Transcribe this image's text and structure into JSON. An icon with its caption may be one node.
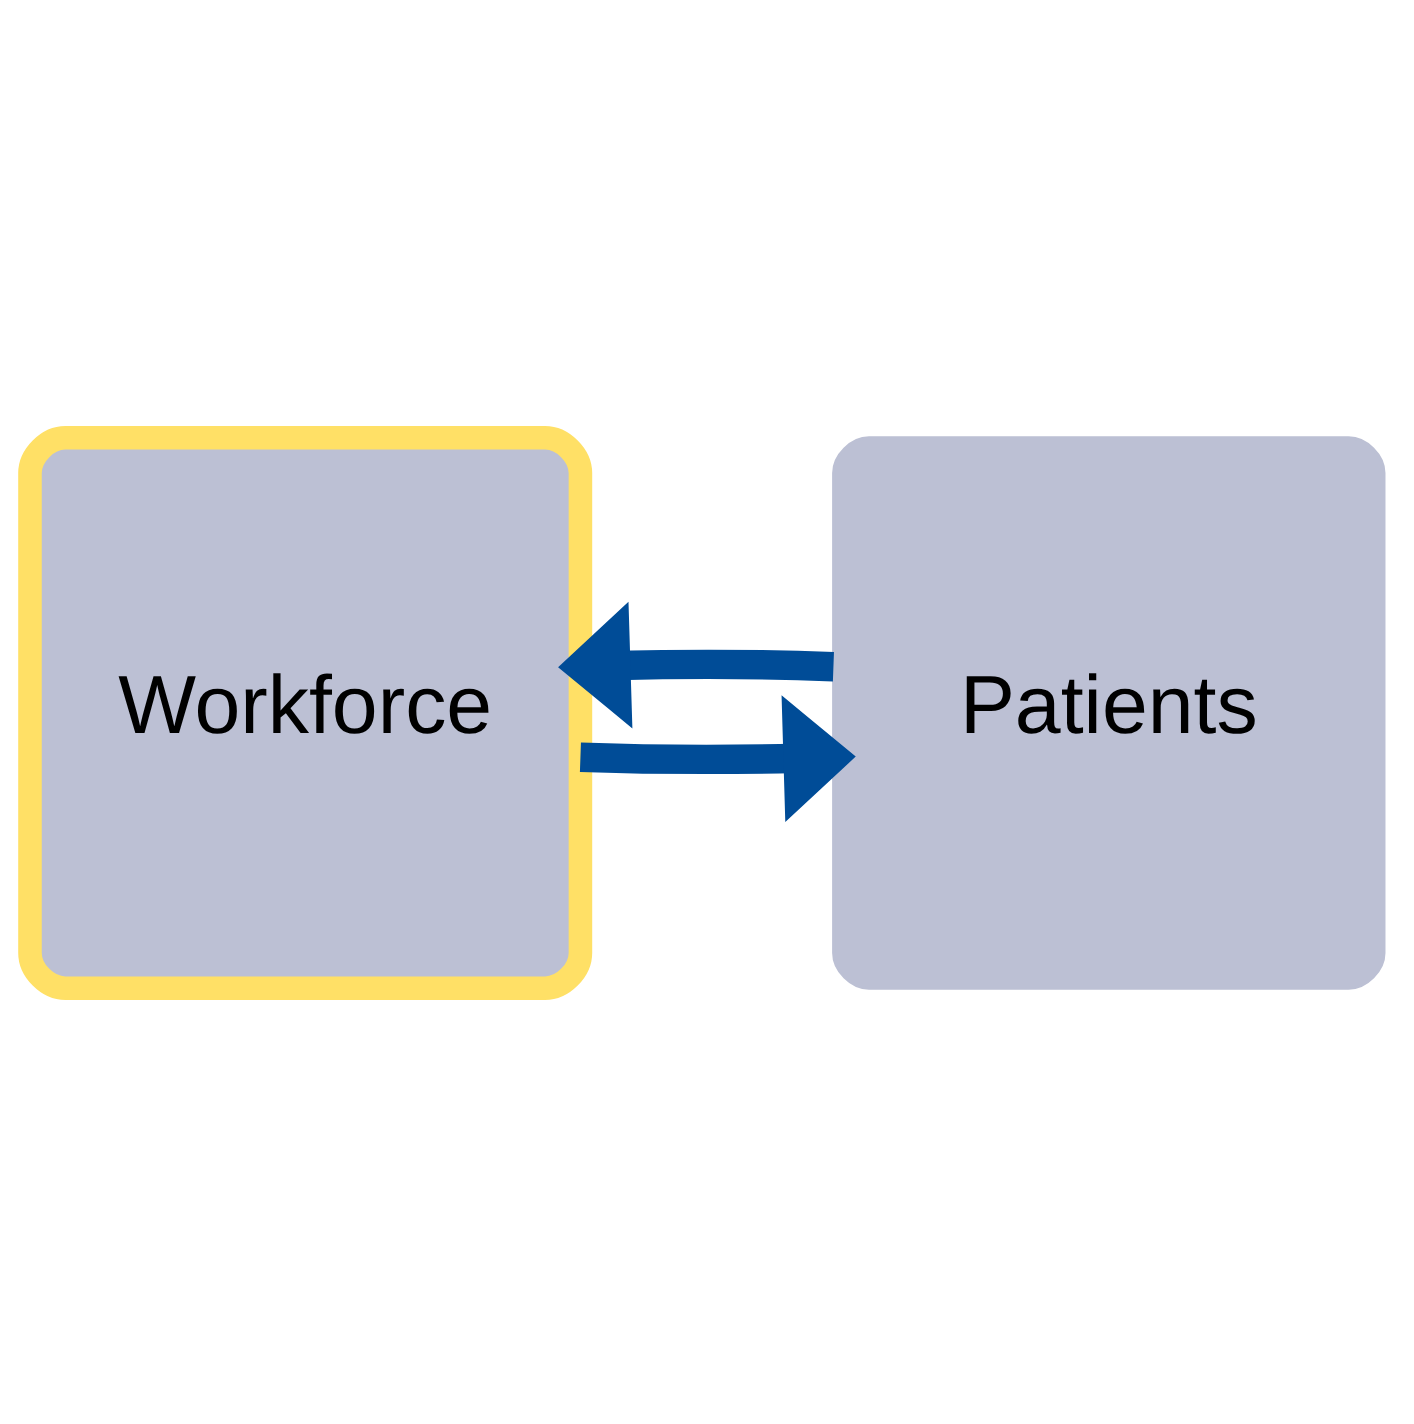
{
  "diagram": {
    "nodes": [
      {
        "text": [
          "Workforce"
        ]
      },
      {
        "text": [
          "Patients"
        ]
      }
    ],
    "edges": [
      {
        "from": 0,
        "to": 1,
        "arrow": "to"
      },
      {
        "from": 1,
        "to": 0,
        "arrow": "to"
      }
    ]
  }
}
